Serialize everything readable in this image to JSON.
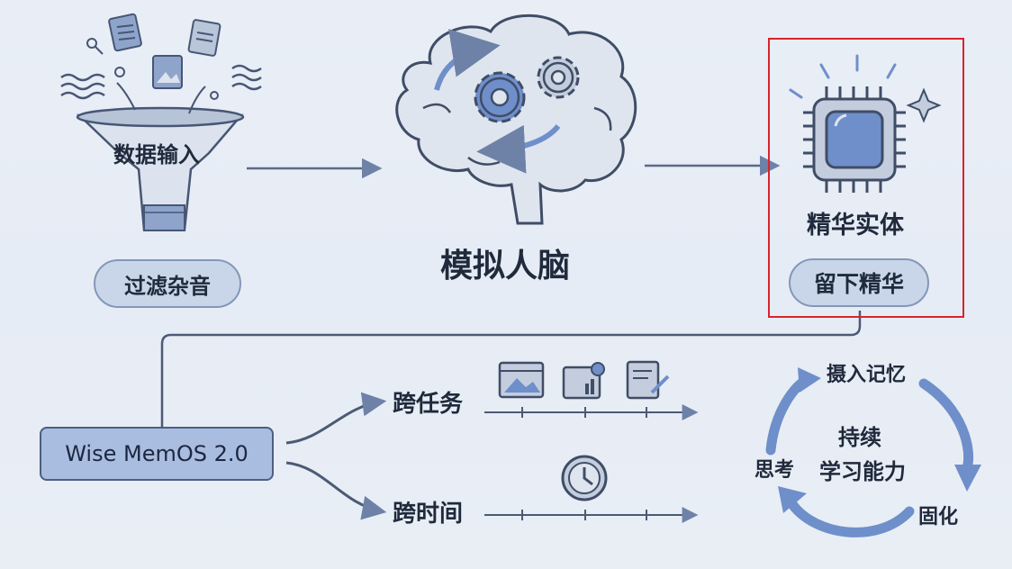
{
  "nodes": {
    "funnel_label": "数据输入",
    "filter_pill": "过滤杂音",
    "brain_label": "模拟人脑",
    "chip_label": "精华实体",
    "keep_pill": "留下精华",
    "memos_box": "Wise MemOS 2.0",
    "cross_task": "跨任务",
    "cross_time": "跨时间",
    "cycle_top": "摄入记忆",
    "cycle_center_1": "持续",
    "cycle_center_2": "学习能力",
    "cycle_left": "思考",
    "cycle_right": "固化"
  },
  "colors": {
    "background": "#e9eef6",
    "accent_blue": "#6f8fcb",
    "line": "#4b5a75",
    "highlight": "#d9232a"
  }
}
